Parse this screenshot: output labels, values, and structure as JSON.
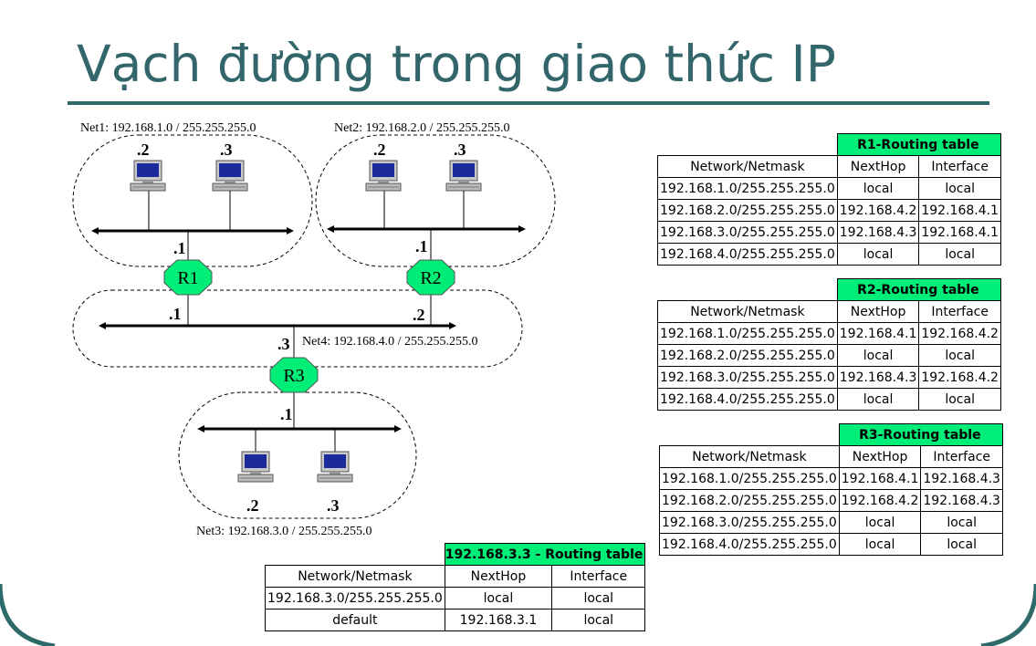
{
  "title": "Vạch đường trong giao thức IP",
  "networks": {
    "net1": "Net1: 192.168.1.0 / 255.255.255.0",
    "net2": "Net2: 192.168.2.0 / 255.255.255.0",
    "net3": "Net3: 192.168.3.0 / 255.255.255.0",
    "net4": "Net4: 192.168.4.0 / 255.255.255.0"
  },
  "routers": {
    "r1": "R1",
    "r2": "R2",
    "r3": "R3"
  },
  "addr": {
    "dot1": ".1",
    "dot2": ".2",
    "dot3": ".3"
  },
  "columns": {
    "network": "Network/Netmask",
    "nexthop": "NextHop",
    "iface": "Interface"
  },
  "r1_table": {
    "caption": "R1-Routing table",
    "rows": [
      [
        "192.168.1.0/255.255.255.0",
        "local",
        "local"
      ],
      [
        "192.168.2.0/255.255.255.0",
        "192.168.4.2",
        "192.168.4.1"
      ],
      [
        "192.168.3.0/255.255.255.0",
        "192.168.4.3",
        "192.168.4.1"
      ],
      [
        "192.168.4.0/255.255.255.0",
        "local",
        "local"
      ]
    ]
  },
  "r2_table": {
    "caption": "R2-Routing table",
    "rows": [
      [
        "192.168.1.0/255.255.255.0",
        "192.168.4.1",
        "192.168.4.2"
      ],
      [
        "192.168.2.0/255.255.255.0",
        "local",
        "local"
      ],
      [
        "192.168.3.0/255.255.255.0",
        "192.168.4.3",
        "192.168.4.2"
      ],
      [
        "192.168.4.0/255.255.255.0",
        "local",
        "local"
      ]
    ]
  },
  "r3_table": {
    "caption": "R3-Routing table",
    "rows": [
      [
        "192.168.1.0/255.255.255.0",
        "192.168.4.1",
        "192.168.4.3"
      ],
      [
        "192.168.2.0/255.255.255.0",
        "192.168.4.2",
        "192.168.4.3"
      ],
      [
        "192.168.3.0/255.255.255.0",
        "local",
        "local"
      ],
      [
        "192.168.4.0/255.255.255.0",
        "local",
        "local"
      ]
    ]
  },
  "host_table": {
    "caption": "192.168.3.3 - Routing table",
    "rows": [
      [
        "192.168.3.0/255.255.255.0",
        "local",
        "local"
      ],
      [
        "default",
        "192.168.3.1",
        "local"
      ]
    ]
  },
  "colors": {
    "router": "#00ee77",
    "caption": "#00ee77",
    "title": "#33666b",
    "accent": "#2f6a6a"
  }
}
